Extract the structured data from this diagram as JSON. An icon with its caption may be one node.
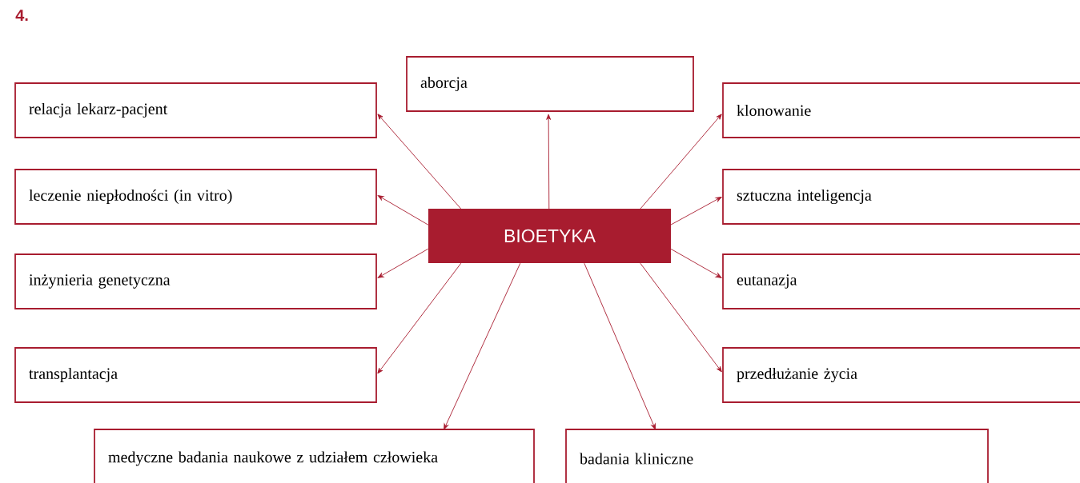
{
  "diagram": {
    "nodes": [
      {
        "text": [
          "BIOETYKA"
        ]
      },
      {
        "text": [
          "aborcja"
        ]
      },
      {
        "text": [
          "relacja lekarz-pacjent"
        ]
      },
      {
        "text": [
          "klonowanie"
        ]
      },
      {
        "text": [
          "leczenie niepłodności (in vitro)"
        ]
      },
      {
        "text": [
          "sztuczna inteligencja"
        ]
      },
      {
        "text": [
          "inżynieria genetyczna"
        ]
      },
      {
        "text": [
          "eutanazja"
        ]
      },
      {
        "text": [
          "transplantacja"
        ]
      },
      {
        "text": [
          "przedłużanie życia"
        ]
      },
      {
        "text": [
          "medyczne badania naukowe z udziałem człowieka"
        ]
      },
      {
        "text": [
          "badania kliniczne"
        ]
      }
    ],
    "edges": [
      {
        "from": 0,
        "to": 1,
        "arrow": "to"
      },
      {
        "from": 0,
        "to": 2,
        "arrow": "to"
      },
      {
        "from": 0,
        "to": 3,
        "arrow": "to"
      },
      {
        "from": 0,
        "to": 4,
        "arrow": "to"
      },
      {
        "from": 0,
        "to": 5,
        "arrow": "to"
      },
      {
        "from": 0,
        "to": 6,
        "arrow": "to"
      },
      {
        "from": 0,
        "to": 7,
        "arrow": "to"
      },
      {
        "from": 0,
        "to": 8,
        "arrow": "to"
      },
      {
        "from": 0,
        "to": 9,
        "arrow": "to"
      },
      {
        "from": 0,
        "to": 10,
        "arrow": "to"
      },
      {
        "from": 0,
        "to": 11,
        "arrow": "to"
      }
    ],
    "labels": [
      "4."
    ]
  }
}
